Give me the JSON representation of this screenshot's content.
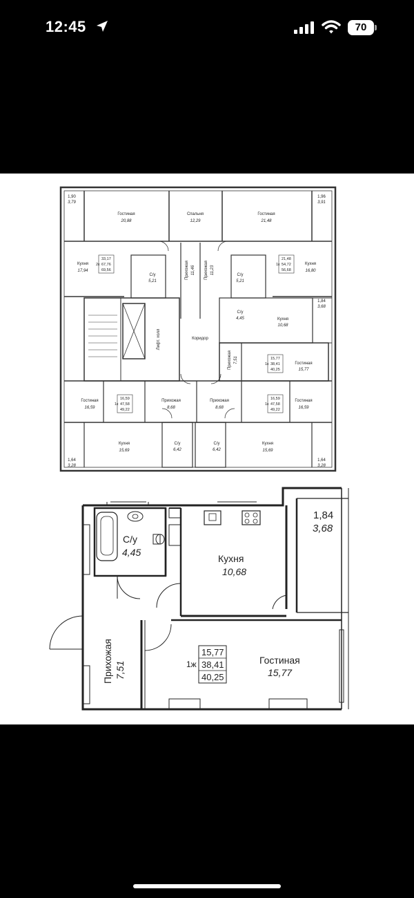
{
  "status_bar": {
    "time": "12:45",
    "battery": "70",
    "icons": [
      "location-arrow-icon",
      "cellular-signal-icon",
      "wifi-icon",
      "battery-icon"
    ]
  },
  "floor_plan": {
    "rooms": {
      "living_tl": {
        "name": "Гостиная",
        "area": "20,88"
      },
      "bedroom_top": {
        "name": "Спальня",
        "area": "12,29"
      },
      "living_tr": {
        "name": "Гостиная",
        "area": "21,48"
      },
      "balcony_tl": {
        "a": "1,90",
        "b": "3,79"
      },
      "balcony_tr": {
        "a": "1,96",
        "b": "3,91"
      },
      "kitchen_l": {
        "name": "Кухня",
        "area": "17,94"
      },
      "kitchen_r": {
        "name": "Кухня",
        "area": "16,80"
      },
      "bath_l": {
        "name": "С/у",
        "area": "5,21"
      },
      "bath_r": {
        "name": "С/у",
        "area": "5,21"
      },
      "hall_l": {
        "name": "Прихожая",
        "area": "11,46"
      },
      "hall_r": {
        "name": "Прихожая",
        "area": "11,23"
      },
      "lift_hall": {
        "name": "Лифт. холл"
      },
      "corridor": {
        "name": "Коридор"
      },
      "bath_mid": {
        "name": "С/у",
        "area": "4,45"
      },
      "kitchen_mid": {
        "name": "Кухня",
        "area": "10,68"
      },
      "balcony_mid": {
        "a": "1,84",
        "b": "3,68"
      },
      "hall_mid": {
        "name": "Прихожая",
        "area": "7,51"
      },
      "living_mid_r": {
        "name": "Гостиная",
        "area": "15,77"
      },
      "living_bl": {
        "name": "Гостиная",
        "area": "16,59"
      },
      "hall_bl": {
        "name": "Прихожая",
        "area": "8,68"
      },
      "hall_br": {
        "name": "Прихожая",
        "area": "8,68"
      },
      "living_br": {
        "name": "Гостиная",
        "area": "16,59"
      },
      "kitchen_bl": {
        "name": "Кухня",
        "area": "15,69"
      },
      "bath_bl": {
        "name": "С/у",
        "area": "6,42"
      },
      "bath_br": {
        "name": "С/у",
        "area": "6,42"
      },
      "kitchen_br": {
        "name": "Кухня",
        "area": "15,69"
      },
      "balcony_bl": {
        "a": "1,64",
        "b": "3,28"
      },
      "balcony_br": {
        "a": "1,64",
        "b": "3,28"
      }
    },
    "apartments": {
      "apt_tl": {
        "rooms": "2к",
        "v1": "33,17",
        "v2": "67,76",
        "v3": "69,56"
      },
      "apt_tr": {
        "rooms": "1к",
        "v1": "21,48",
        "v2": "54,72",
        "v3": "56,68"
      },
      "apt_mid": {
        "rooms": "1к",
        "v1": "15,77",
        "v2": "38,41",
        "v3": "40,25"
      },
      "apt_bl": {
        "rooms": "1к",
        "v1": "16,59",
        "v2": "47,58",
        "v3": "49,22"
      },
      "apt_br": {
        "rooms": "1к",
        "v1": "16,59",
        "v2": "47,58",
        "v3": "49,22"
      }
    }
  },
  "detail_plan": {
    "bath": {
      "name": "С/у",
      "area": "4,45"
    },
    "kitchen": {
      "name": "Кухня",
      "area": "10,68"
    },
    "balcony": {
      "a": "1,84",
      "b": "3,68"
    },
    "hall": {
      "name": "Прихожая",
      "area": "7,51"
    },
    "living": {
      "name": "Гостиная",
      "area": "15,77"
    },
    "apartment": {
      "rooms": "1ж",
      "v1": "15,77",
      "v2": "38,41",
      "v3": "40,25"
    }
  }
}
